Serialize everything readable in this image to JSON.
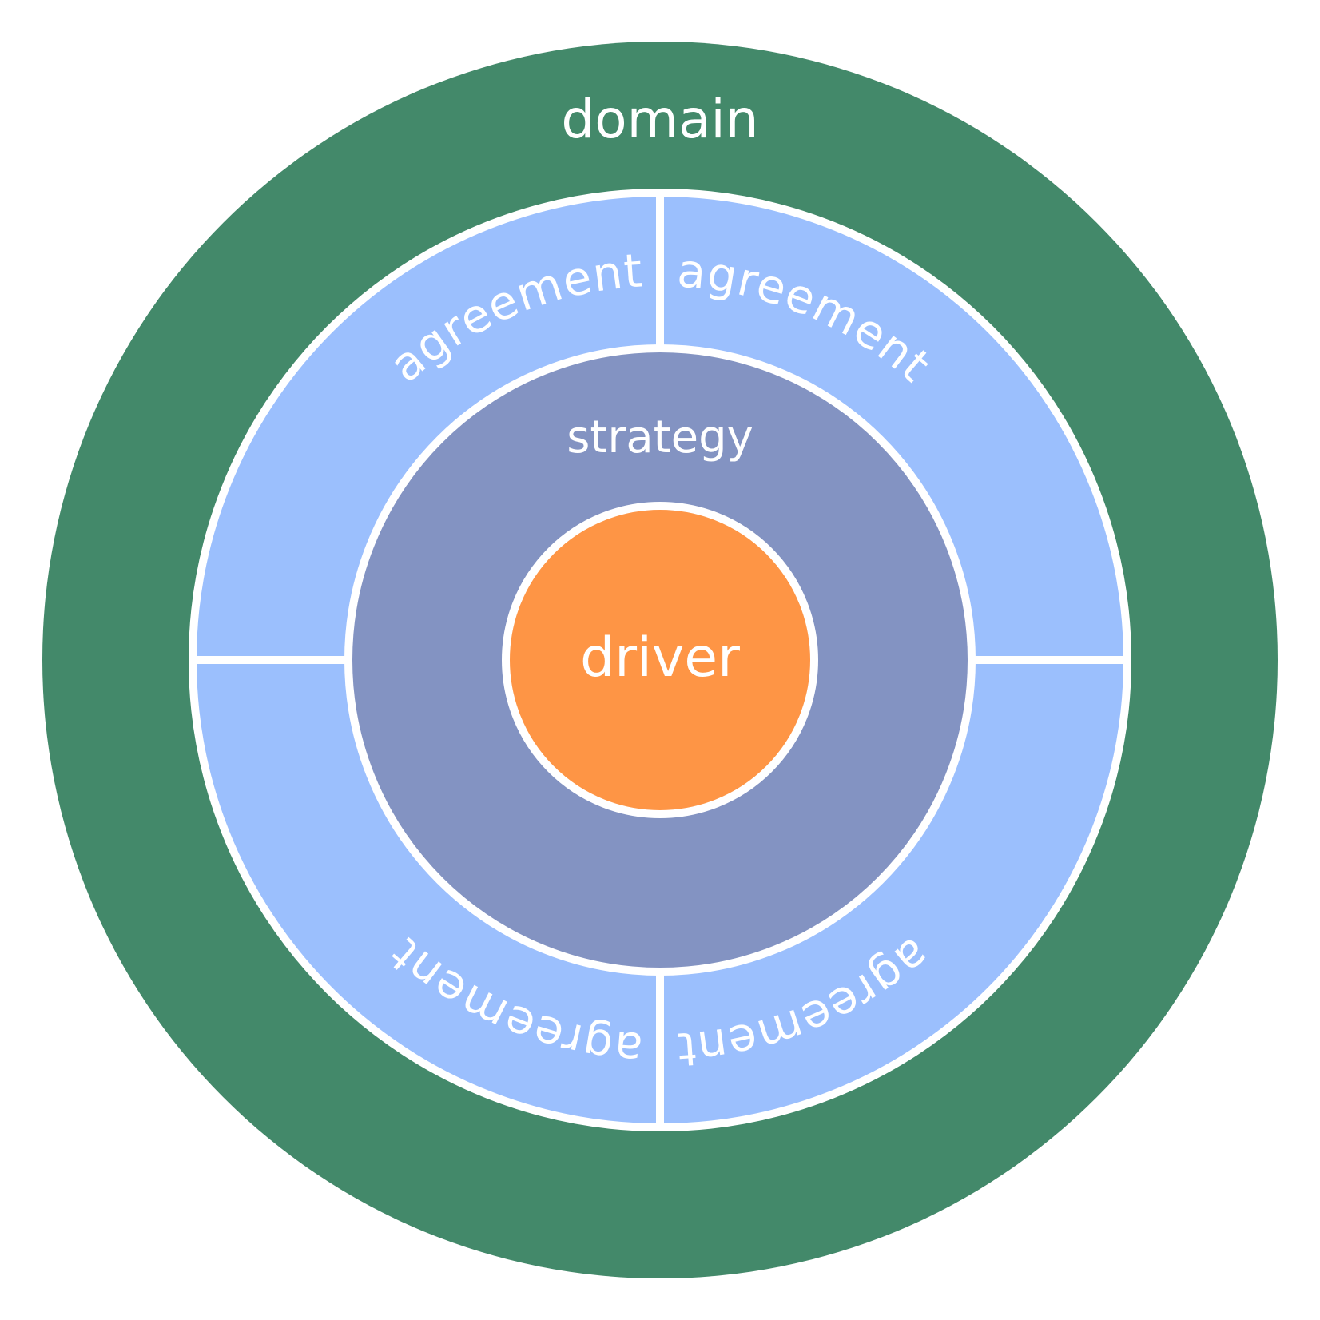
{
  "diagram": {
    "layers": {
      "domain": {
        "label": "domain",
        "color": "#43896a"
      },
      "agreement_ring": {
        "color": "#9bbffd"
      },
      "strategy": {
        "label": "strategy",
        "color": "#8393c2"
      },
      "driver": {
        "label": "driver",
        "color": "#fe9545"
      }
    },
    "agreements": [
      {
        "label": "agreement"
      },
      {
        "label": "agreement"
      },
      {
        "label": "agreement"
      },
      {
        "label": "agreement"
      }
    ],
    "separator_color": "#ffffff"
  }
}
